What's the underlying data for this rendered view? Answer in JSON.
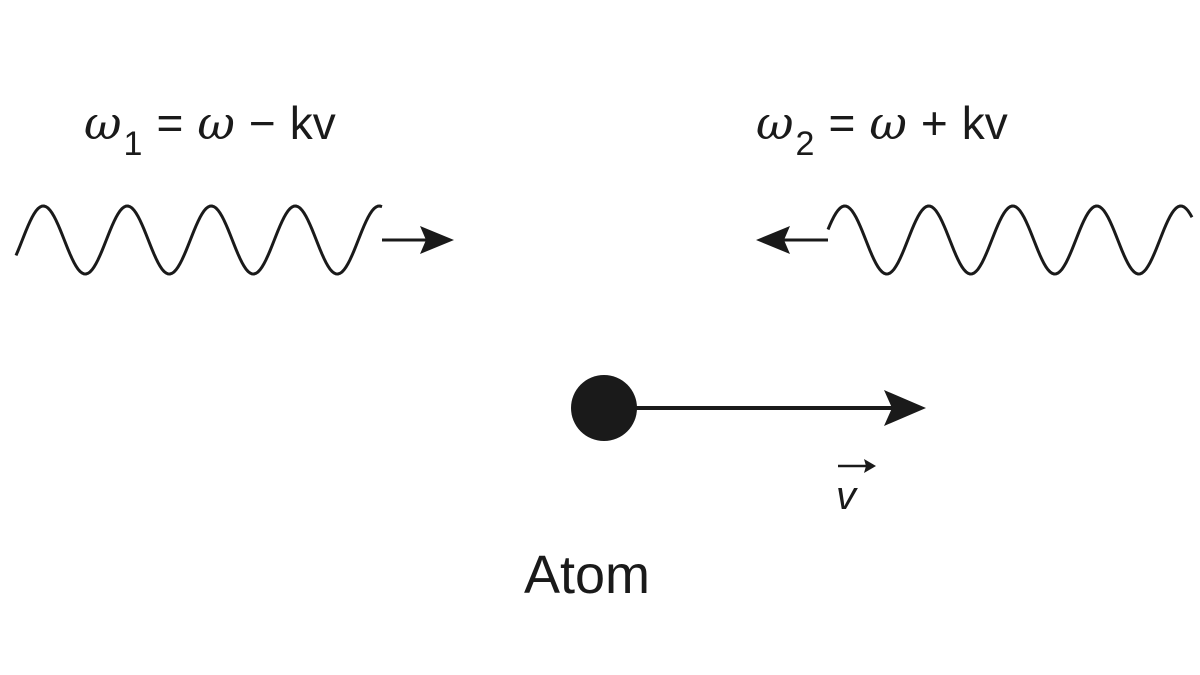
{
  "equation_left": {
    "omega_symbol": "ω",
    "subscript": "1",
    "equals": "=",
    "omega": "ω",
    "operator": "−",
    "term": "kv"
  },
  "equation_right": {
    "omega_symbol": "ω",
    "subscript": "2",
    "equals": "=",
    "omega": "ω",
    "operator": "+",
    "term": "kv"
  },
  "atom_label": "Atom",
  "velocity_label": "v",
  "colors": {
    "ink": "#1a1a1a",
    "background": "#ffffff"
  }
}
